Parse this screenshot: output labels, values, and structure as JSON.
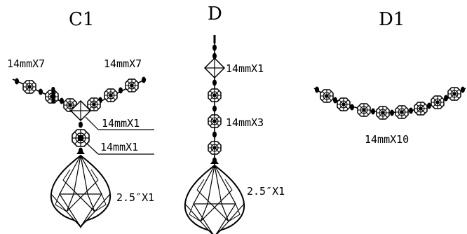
{
  "figures": [
    {
      "title": "C1",
      "labels": [
        "14mmX7",
        "14mmX7",
        "14mmX1",
        "14mmX1",
        "2.5″X1"
      ]
    },
    {
      "title": "D",
      "labels": [
        "14mmX1",
        "14mmX3",
        "2.5″X1"
      ]
    },
    {
      "title": "D1",
      "labels": [
        "14mmX10"
      ]
    }
  ],
  "colors": {
    "ink": "#000000",
    "background": "#ffffff"
  }
}
